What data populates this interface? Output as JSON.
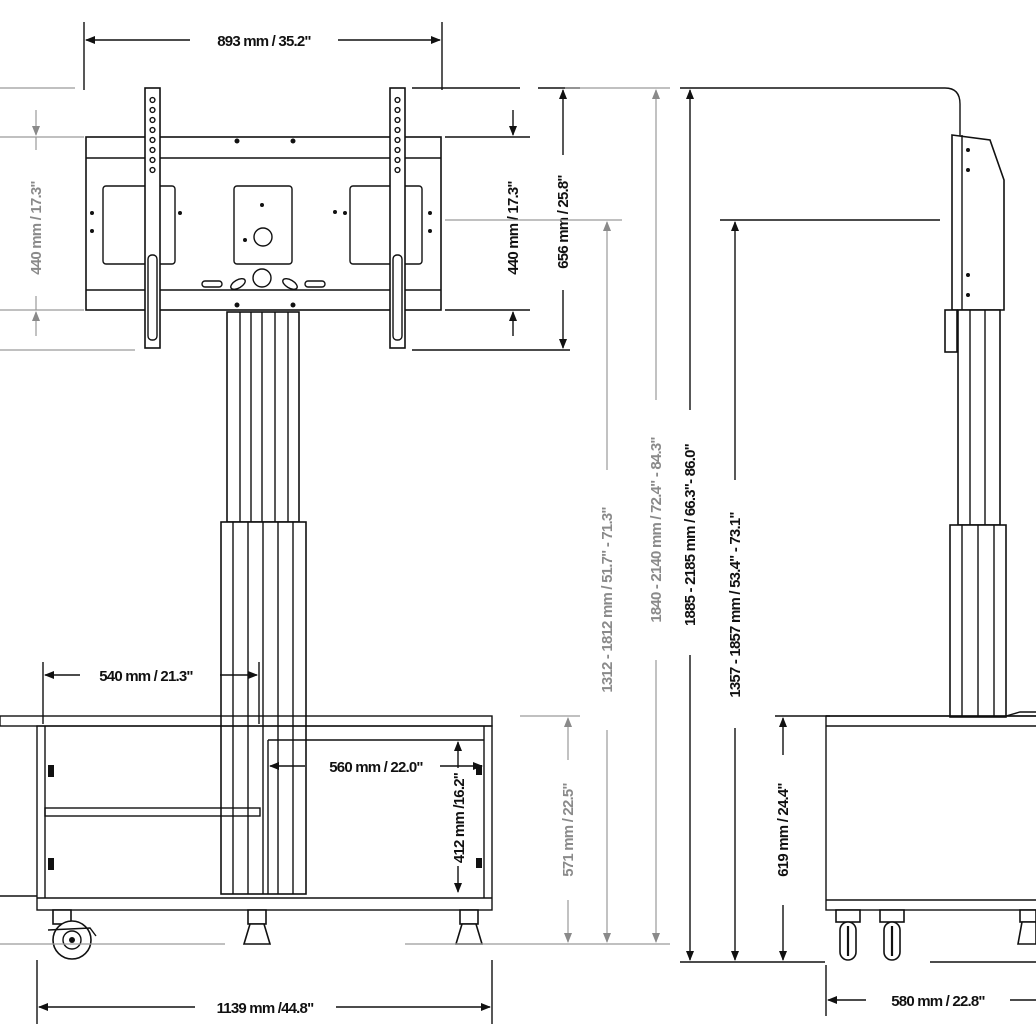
{
  "dimensions": {
    "top_width": "893 mm / 35.2\"",
    "vesa_left": "440 mm / 17.3\"",
    "vesa_right": "440 mm / 17.3\"",
    "bracket_height": "656 mm / 25.8\"",
    "center_range": "1312 - 1812 mm / 51.7\" - 71.3\"",
    "overall_front": "1840 - 2140 mm / 72.4\" - 84.3\"",
    "overall_side": "1885 - 2185 mm / 66.3\"- 86.0\"",
    "side_center": "1357 - 1857 mm / 53.4\" - 73.1\"",
    "cabinet_inner_width": "540 mm / 21.3\"",
    "shelf_depth": "560 mm / 22.0\"",
    "shelf_height": "412 mm /16.2\"",
    "cabinet_height": "571 mm / 22.5\"",
    "side_cabinet_height": "619 mm / 24.4\"",
    "base_width": "1139 mm /44.8\"",
    "side_depth": "580 mm / 22.8\""
  },
  "colors": {
    "ink": "#111111",
    "gray": "#8a8a8a",
    "background": "#ffffff"
  }
}
